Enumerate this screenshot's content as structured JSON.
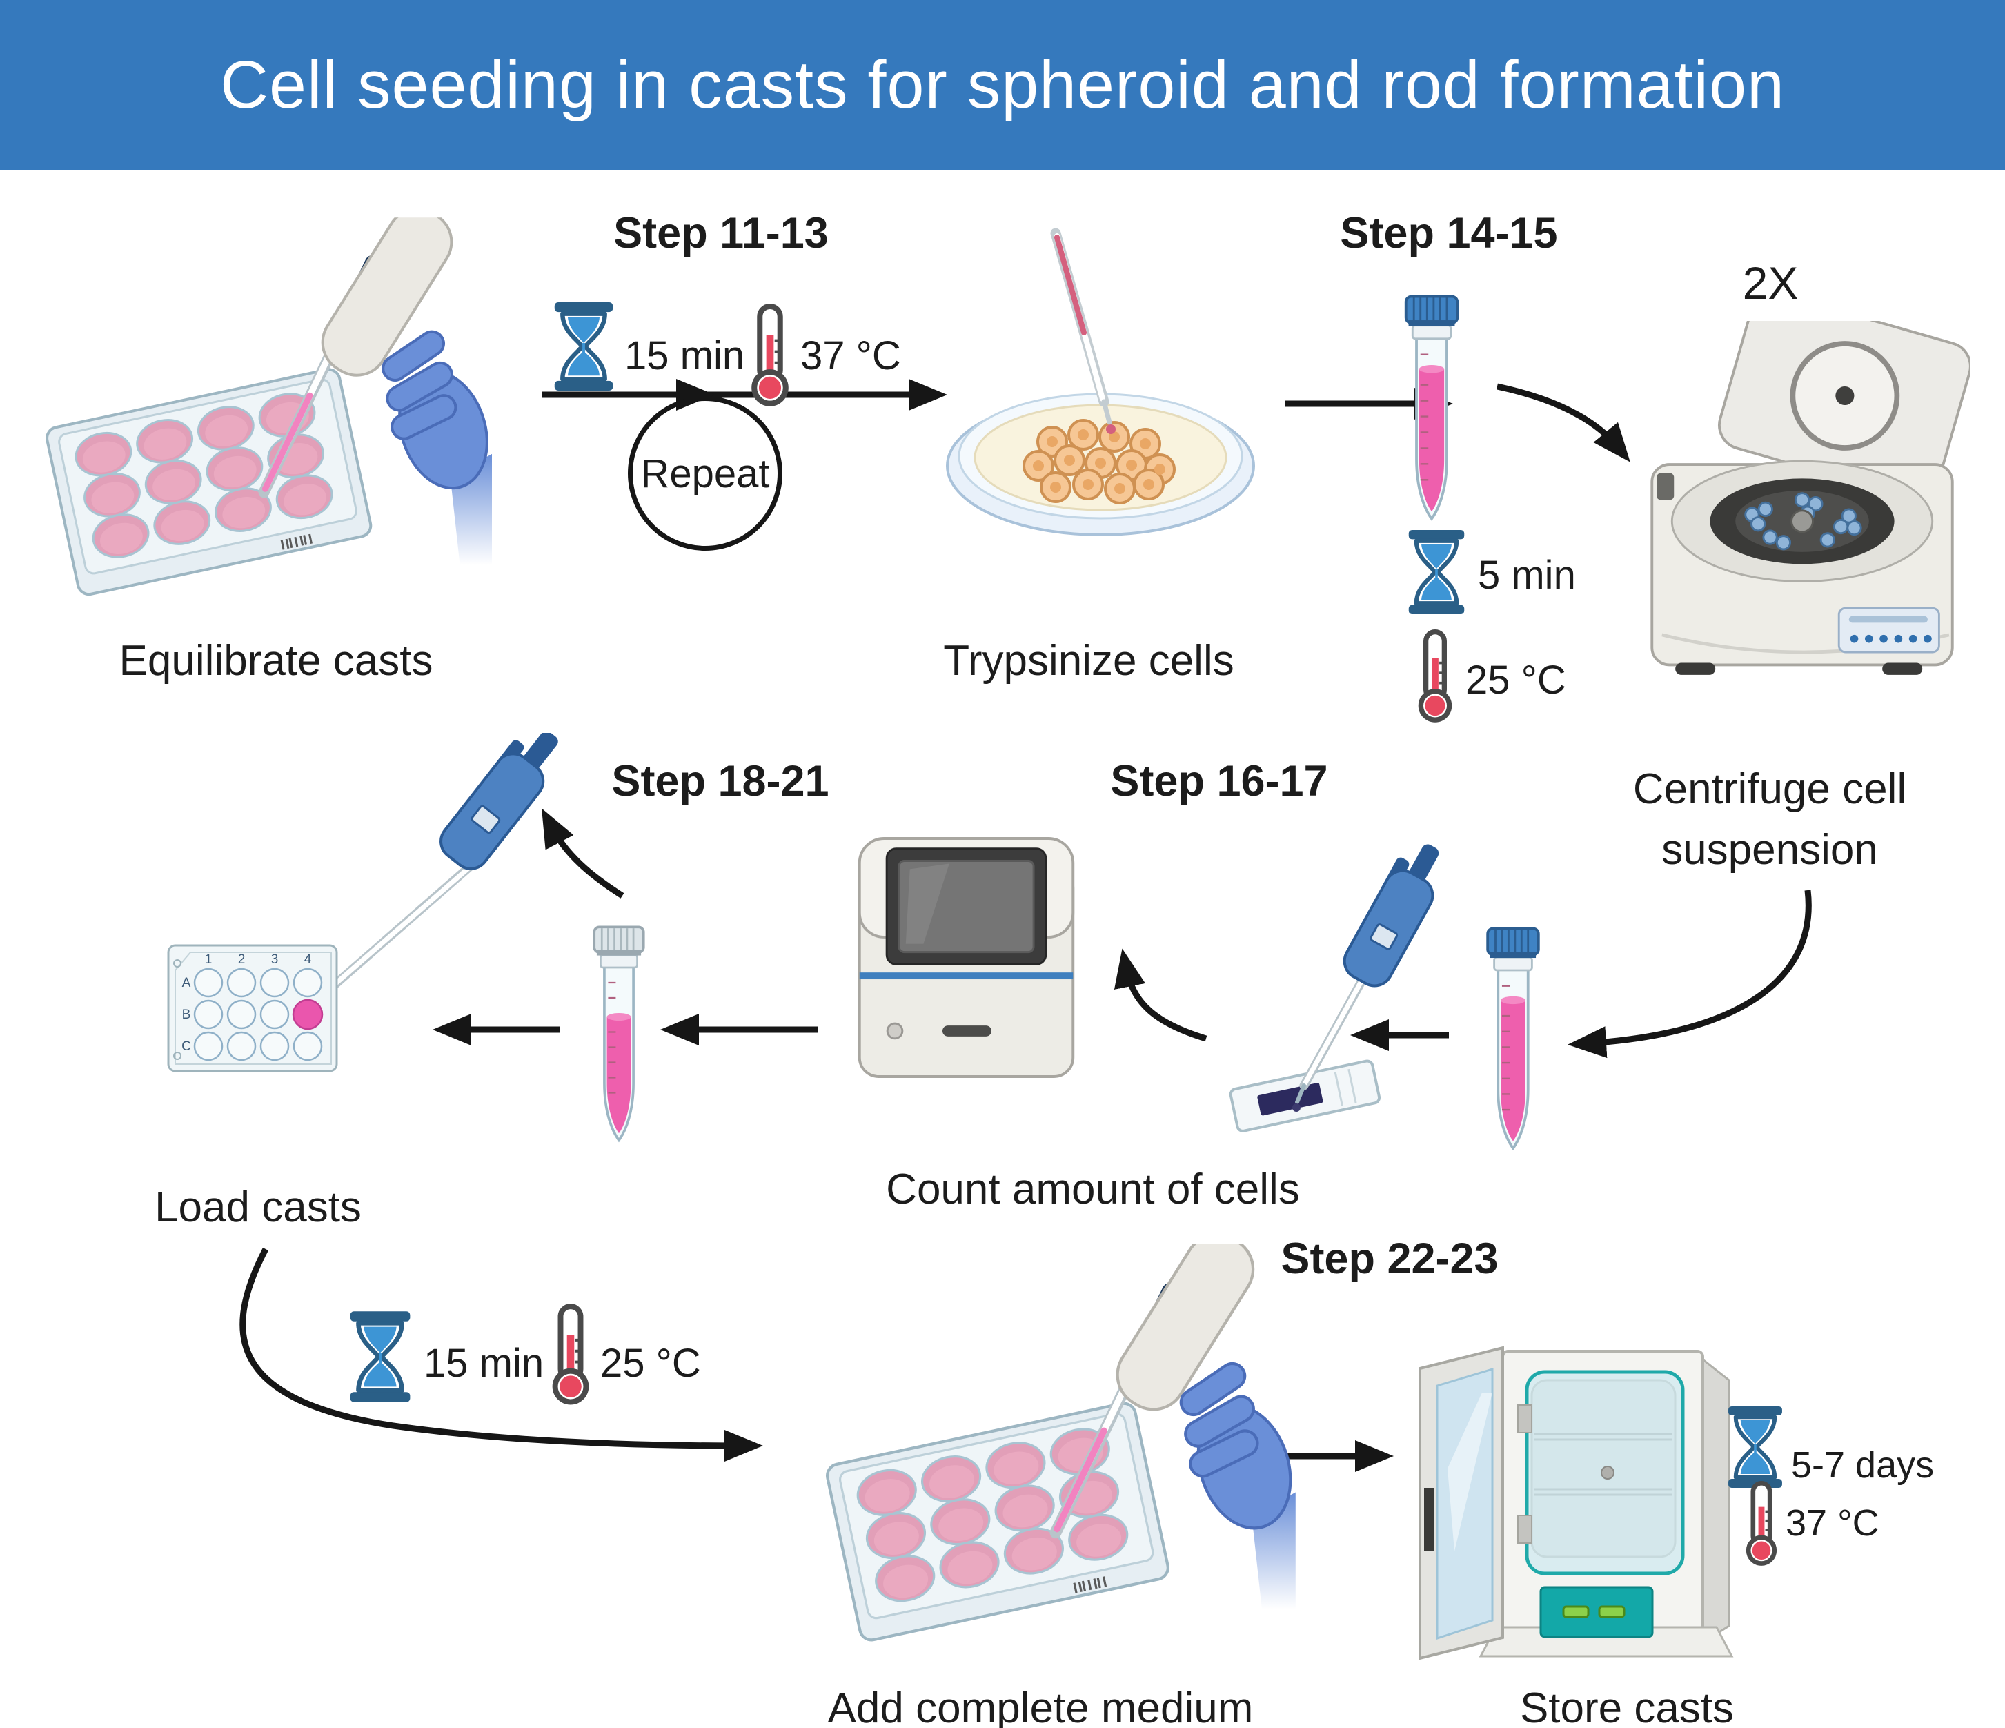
{
  "header": {
    "title": "Cell seeding in casts for spheroid and rod formation"
  },
  "flow": {
    "step_11_13": {
      "label": "Step 11-13",
      "time": "15 min",
      "temp": "37 °C",
      "repeat": "Repeat"
    },
    "step_14_15": {
      "label": "Step 14-15",
      "time": "5 min",
      "temp": "25 °C",
      "runs": "2X"
    },
    "step_16_17": {
      "label": "Step 16-17"
    },
    "step_18_21": {
      "label": "Step 18-21",
      "time": "15 min",
      "temp": "25 °C"
    },
    "step_22_23": {
      "label": "Step 22-23",
      "time": "5-7 days",
      "temp": "37 °C"
    }
  },
  "captions": {
    "equilibrate_casts": "Equilibrate casts",
    "trypsinize_cells": "Trypsinize cells",
    "centrifuge_cell_suspension": "Centrifuge cell suspension",
    "count_amount_of_cells": "Count amount of cells",
    "load_casts": "Load casts",
    "add_complete_medium": "Add complete medium",
    "store_casts": "Store casts"
  },
  "well_plate_labels": {
    "columns": [
      "1",
      "2",
      "3",
      "4"
    ],
    "rows": [
      "A",
      "B",
      "C"
    ]
  },
  "colors": {
    "header_bg": "#3579bd",
    "arrow": "#161616",
    "hourglass_sand": "#3d95d5",
    "hourglass_frame": "#2a5f87",
    "thermometer_red": "#e8485f",
    "medium_pink": "#ee5fad",
    "well_pink": "#e29fb8",
    "glove_blue": "#6a8fd8",
    "incubator_teal": "#13a8a8",
    "pipette_blue": "#4d82c2"
  }
}
